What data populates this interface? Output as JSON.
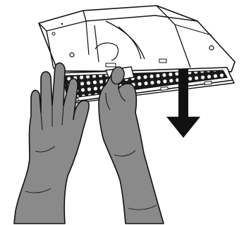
{
  "illustration": {
    "subject": "hood-filter-removal",
    "elements": [
      {
        "name": "hood-housing",
        "icon": "range-hood-icon"
      },
      {
        "name": "grease-filter",
        "icon": "mesh-filter-icon"
      },
      {
        "name": "filter-latch",
        "icon": "latch-icon"
      },
      {
        "name": "left-hand",
        "icon": "gloved-hand-icon"
      },
      {
        "name": "right-hand",
        "icon": "gloved-hand-icon"
      },
      {
        "name": "direction-arrow",
        "icon": "arrow-down-icon"
      }
    ]
  },
  "colors": {
    "outline": "#111111",
    "glove": "#8a8a8a",
    "housing": "#ffffff",
    "mesh": "#1a1a1a",
    "arrow": "#111111"
  }
}
